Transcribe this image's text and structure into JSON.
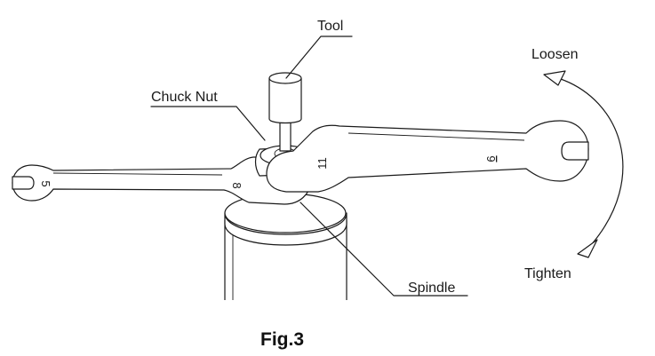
{
  "labels": {
    "tool": "Tool",
    "chuck_nut": "Chuck Nut",
    "spindle": "Spindle",
    "loosen": "Loosen",
    "tighten": "Tighten"
  },
  "wrench_sizes": {
    "short_wrench_end": "5",
    "short_wrench_near_end": "8",
    "long_wrench_near_end": "11",
    "long_wrench_end": "6"
  },
  "caption": "Fig.3",
  "colors": {
    "ink": "#1a1a1a",
    "background": "#ffffff"
  }
}
